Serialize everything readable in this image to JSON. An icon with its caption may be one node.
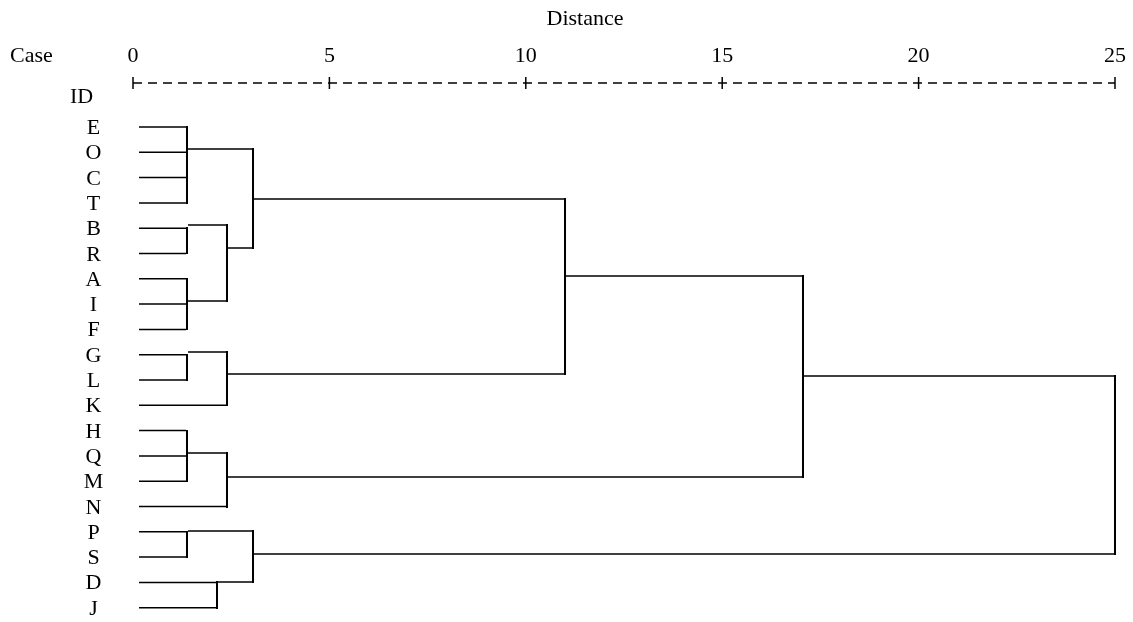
{
  "diagram": {
    "title": "Distance",
    "nodes": [
      {
        "text": [
          "E"
        ]
      },
      {
        "text": [
          "O"
        ]
      },
      {
        "text": [
          "C"
        ]
      },
      {
        "text": [
          "T"
        ]
      },
      {
        "text": [
          "B"
        ]
      },
      {
        "text": [
          "R"
        ]
      },
      {
        "text": [
          "A"
        ]
      },
      {
        "text": [
          "I"
        ]
      },
      {
        "text": [
          "F"
        ]
      },
      {
        "text": [
          "G"
        ]
      },
      {
        "text": [
          "L"
        ]
      },
      {
        "text": [
          "K"
        ]
      },
      {
        "text": [
          "H"
        ]
      },
      {
        "text": [
          "Q"
        ]
      },
      {
        "text": [
          "M"
        ]
      },
      {
        "text": [
          "N"
        ]
      },
      {
        "text": [
          "P"
        ]
      },
      {
        "text": [
          "S"
        ]
      },
      {
        "text": [
          "D"
        ]
      },
      {
        "text": [
          "J"
        ]
      },
      {
        "text": [],
        "shape": "bar"
      },
      {
        "text": [],
        "shape": "bar"
      },
      {
        "text": [],
        "shape": "bar"
      },
      {
        "text": [],
        "shape": "bar"
      },
      {
        "text": [],
        "shape": "bar"
      },
      {
        "text": [],
        "shape": "bar"
      },
      {
        "text": [],
        "shape": "bar"
      },
      {
        "text": [],
        "shape": "bar"
      },
      {
        "text": [],
        "shape": "bar"
      },
      {
        "text": [],
        "shape": "bar"
      },
      {
        "text": [],
        "shape": "bar"
      },
      {
        "text": [],
        "shape": "bar"
      },
      {
        "text": [],
        "shape": "bar"
      },
      {
        "text": [],
        "shape": "bar"
      },
      {
        "text": [],
        "shape": "bar"
      }
    ],
    "edges": [
      {
        "from": 0,
        "to": 20,
        "arrow": "none"
      },
      {
        "from": 1,
        "to": 20,
        "arrow": "none"
      },
      {
        "from": 2,
        "to": 20,
        "arrow": "none"
      },
      {
        "from": 3,
        "to": 20,
        "arrow": "none"
      },
      {
        "from": 4,
        "to": 21,
        "arrow": "none"
      },
      {
        "from": 5,
        "to": 21,
        "arrow": "none"
      },
      {
        "from": 6,
        "to": 22,
        "arrow": "none"
      },
      {
        "from": 7,
        "to": 22,
        "arrow": "none"
      },
      {
        "from": 8,
        "to": 22,
        "arrow": "none"
      },
      {
        "from": 21,
        "to": 23,
        "arrow": "none"
      },
      {
        "from": 22,
        "to": 23,
        "arrow": "none"
      },
      {
        "from": 20,
        "to": 24,
        "arrow": "none"
      },
      {
        "from": 23,
        "to": 24,
        "arrow": "none"
      },
      {
        "from": 9,
        "to": 25,
        "arrow": "none"
      },
      {
        "from": 10,
        "to": 25,
        "arrow": "none"
      },
      {
        "from": 25,
        "to": 26,
        "arrow": "none"
      },
      {
        "from": 11,
        "to": 26,
        "arrow": "none"
      },
      {
        "from": 24,
        "to": 27,
        "arrow": "none"
      },
      {
        "from": 26,
        "to": 27,
        "arrow": "none"
      },
      {
        "from": 12,
        "to": 28,
        "arrow": "none"
      },
      {
        "from": 13,
        "to": 28,
        "arrow": "none"
      },
      {
        "from": 14,
        "to": 28,
        "arrow": "none"
      },
      {
        "from": 28,
        "to": 29,
        "arrow": "none"
      },
      {
        "from": 15,
        "to": 29,
        "arrow": "none"
      },
      {
        "from": 27,
        "to": 30,
        "arrow": "none"
      },
      {
        "from": 29,
        "to": 30,
        "arrow": "none"
      },
      {
        "from": 16,
        "to": 31,
        "arrow": "none"
      },
      {
        "from": 17,
        "to": 31,
        "arrow": "none"
      },
      {
        "from": 18,
        "to": 32,
        "arrow": "none"
      },
      {
        "from": 19,
        "to": 32,
        "arrow": "none"
      },
      {
        "from": 31,
        "to": 33,
        "arrow": "none"
      },
      {
        "from": 32,
        "to": 33,
        "arrow": "none"
      },
      {
        "from": 30,
        "to": 34,
        "arrow": "none"
      },
      {
        "from": 33,
        "to": 34,
        "arrow": "none"
      }
    ],
    "labels": [
      "Case",
      "0",
      "5",
      "10",
      "15",
      "20",
      "25",
      "ID"
    ]
  }
}
